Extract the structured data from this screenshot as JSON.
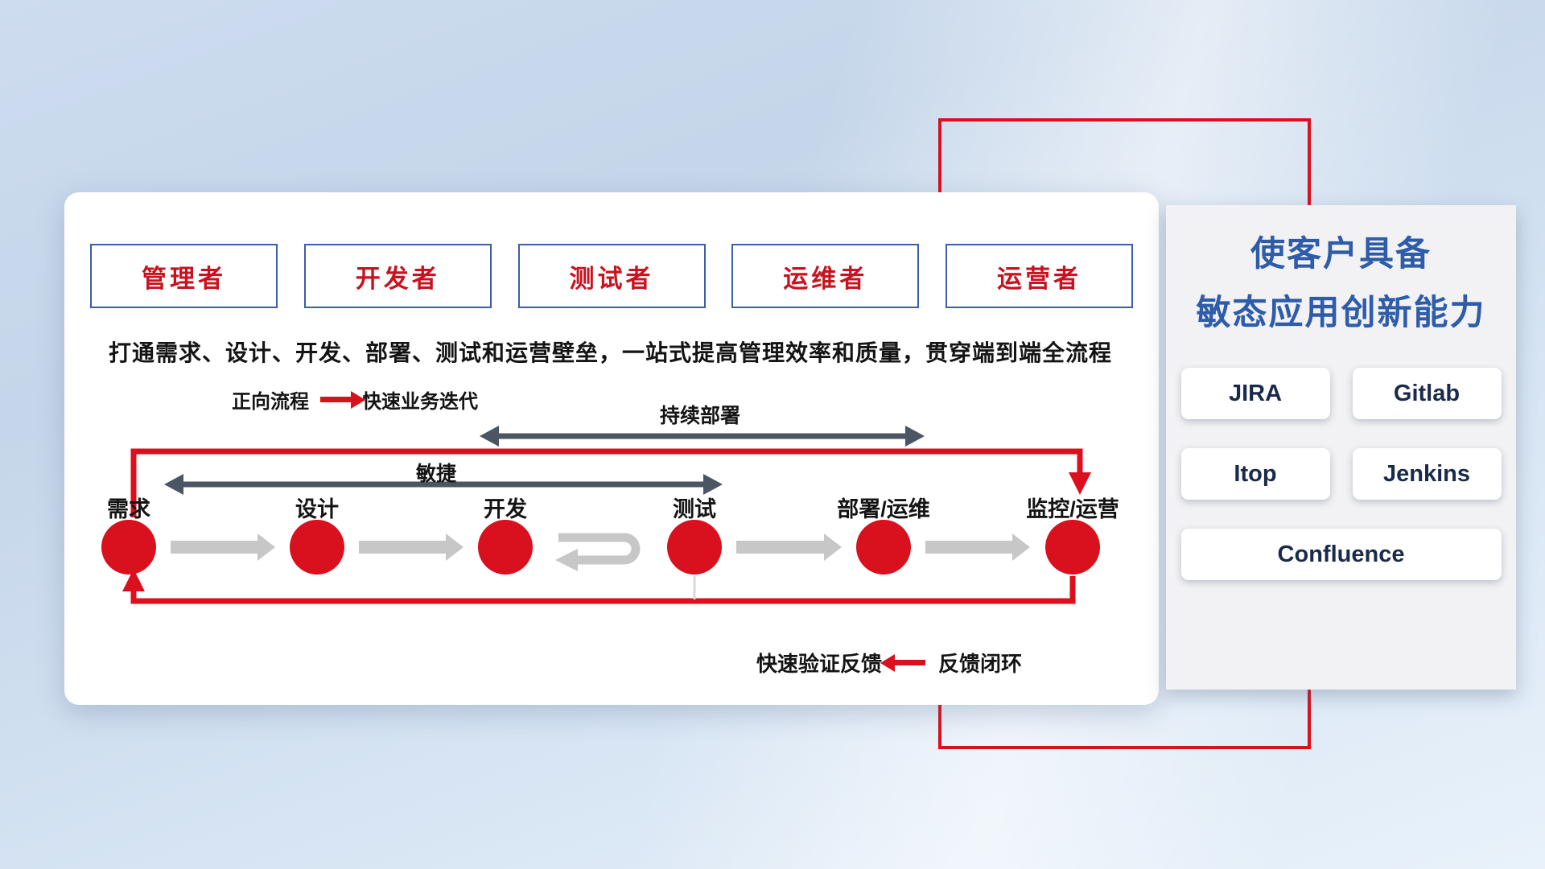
{
  "roles": [
    "管理者",
    "开发者",
    "测试者",
    "运维者",
    "运营者"
  ],
  "subtitle": "打通需求、设计、开发、部署、测试和运营壁垒，一站式提高管理效率和质量，贯穿端到端全流程",
  "legend_forward": {
    "label": "正向流程",
    "desc": "快速业务迭代"
  },
  "legend_feedback": {
    "desc": "快速验证反馈",
    "label": "反馈闭环"
  },
  "flow": {
    "stages": [
      "需求",
      "设计",
      "开发",
      "测试",
      "部署/运维",
      "监控/运营"
    ],
    "agile_label": "敏捷",
    "continuous_deploy_label": "持续部署"
  },
  "panel": {
    "title_line1": "使客户具备",
    "title_line2": "敏态应用创新能力",
    "tools": [
      "JIRA",
      "Gitlab",
      "Itop",
      "Jenkins",
      "Confluence"
    ]
  },
  "colors": {
    "accent_red": "#d9101d",
    "title_blue": "#2e5ca9",
    "tool_navy": "#1a2a4b",
    "dark_arrow": "#4b5563",
    "light_arrow": "#c7c7c7"
  }
}
